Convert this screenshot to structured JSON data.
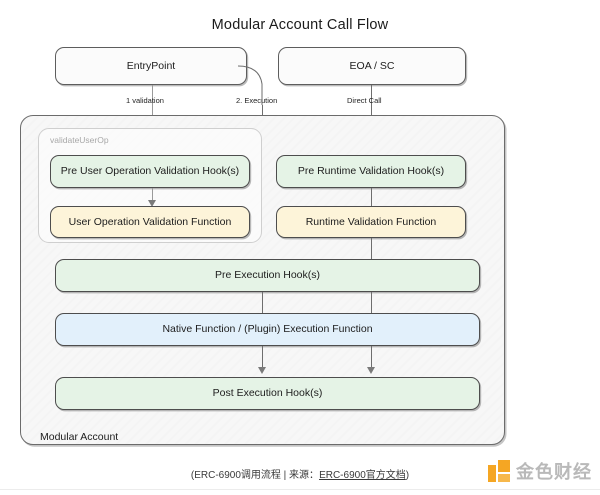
{
  "diagram": {
    "title": "Modular Account Call Flow",
    "top_nodes": [
      {
        "id": "entrypoint",
        "label": "EntryPoint"
      },
      {
        "id": "eoa-sc",
        "label": "EOA / SC"
      }
    ],
    "edge_labels": [
      {
        "id": "validation",
        "label": "1 validation"
      },
      {
        "id": "execution",
        "label": "2. Execution"
      },
      {
        "id": "direct-call",
        "label": "Direct Call"
      }
    ],
    "container": {
      "label": "Modular Account",
      "subgroup_label": "validateUserOp"
    },
    "nodes": [
      {
        "id": "pre-user-op-validation-hooks",
        "label": "Pre User Operation Validation Hook(s)",
        "color": "green"
      },
      {
        "id": "pre-runtime-validation-hooks",
        "label": "Pre Runtime Validation Hook(s)",
        "color": "green"
      },
      {
        "id": "user-operation-validation-function",
        "label": "User Operation Validation Function",
        "color": "yellow"
      },
      {
        "id": "runtime-validation-function",
        "label": "Runtime Validation Function",
        "color": "yellow"
      },
      {
        "id": "pre-execution-hooks",
        "label": "Pre Execution Hook(s)",
        "color": "green"
      },
      {
        "id": "native-plugin-execution-function",
        "label": "Native Function  /  (Plugin) Execution Function",
        "color": "blue"
      },
      {
        "id": "post-execution-hooks",
        "label": "Post Execution Hook(s)",
        "color": "green"
      }
    ],
    "colors": {
      "green": "#e5f3e6",
      "yellow": "#fdf4d9",
      "blue": "#e2f0fb",
      "container": "#f7f7f7",
      "stroke": "#5d5d5d",
      "watermark_accent": "#f5a623"
    }
  },
  "caption": {
    "prefix": "(ERC-6900调用流程 | 来源：",
    "link": "ERC-6900官方文档",
    "suffix": ")"
  },
  "watermark": {
    "text": "金色财经",
    "icon": "jinse-logo-icon"
  }
}
